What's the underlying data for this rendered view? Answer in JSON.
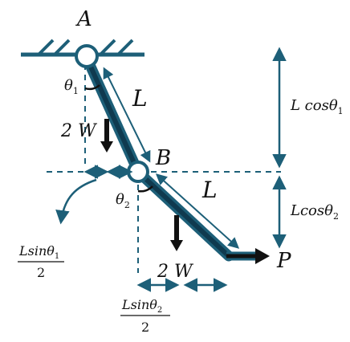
{
  "colors": {
    "structure": "#1d5f78",
    "rod_inner": "#0f3a4f",
    "weight": "#111111",
    "dimension": "#1d5f78",
    "text": "#111111"
  },
  "labels": {
    "point_a": "A",
    "point_b": "B",
    "point_p": "P",
    "theta1": "θ",
    "theta1_sub": "1",
    "theta2": "θ",
    "theta2_sub": "2",
    "length_upper": "L",
    "length_lower": "L",
    "weight_upper": "2 W",
    "weight_lower": "2 W",
    "right_dim_upper": "L cosθ",
    "right_dim_upper_sub": "1",
    "right_dim_lower": "Lcosθ",
    "right_dim_lower_sub": "2",
    "horiz_dim1_num": "Lsinθ",
    "horiz_dim1_sub": "1",
    "horiz_dim1_den": "2",
    "horiz_dim2_num": "Lsinθ",
    "horiz_dim2_sub": "2",
    "horiz_dim2_den": "2"
  }
}
